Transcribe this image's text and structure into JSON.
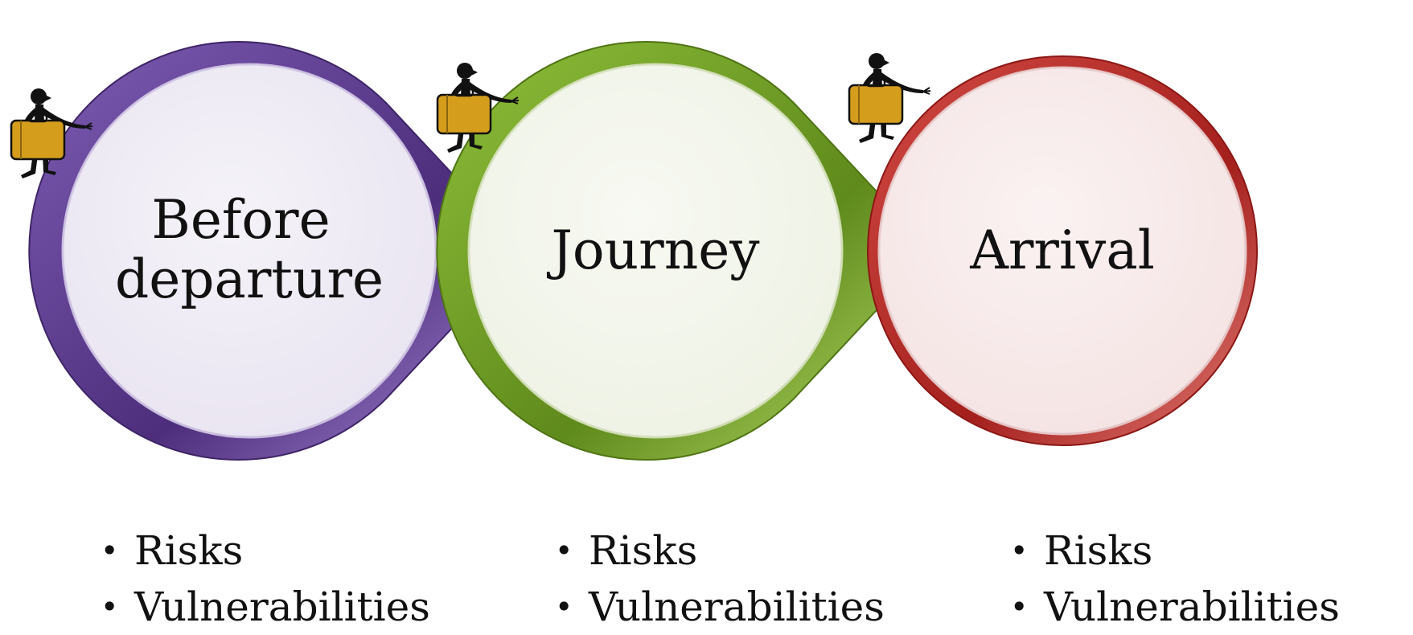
{
  "stages": [
    {
      "id": "before",
      "lines": [
        "Before",
        "departure"
      ],
      "color": "#5b3a8c",
      "fill": "#e9e4f1"
    },
    {
      "id": "journey",
      "lines": [
        "Journey"
      ],
      "color": "#6e9a24",
      "fill": "#eef2e4"
    },
    {
      "id": "arrival",
      "lines": [
        "Arrival"
      ],
      "color": "#b82a26",
      "fill": "#f5e3e3"
    }
  ],
  "bullets": {
    "before": [
      "Risks",
      "Vulnerabilities"
    ],
    "journey": [
      "Risks",
      "Vulnerabilities"
    ],
    "arrival": [
      "Risks",
      "Vulnerabilities"
    ]
  },
  "icons": [
    "traveler-with-suitcase-icon"
  ]
}
